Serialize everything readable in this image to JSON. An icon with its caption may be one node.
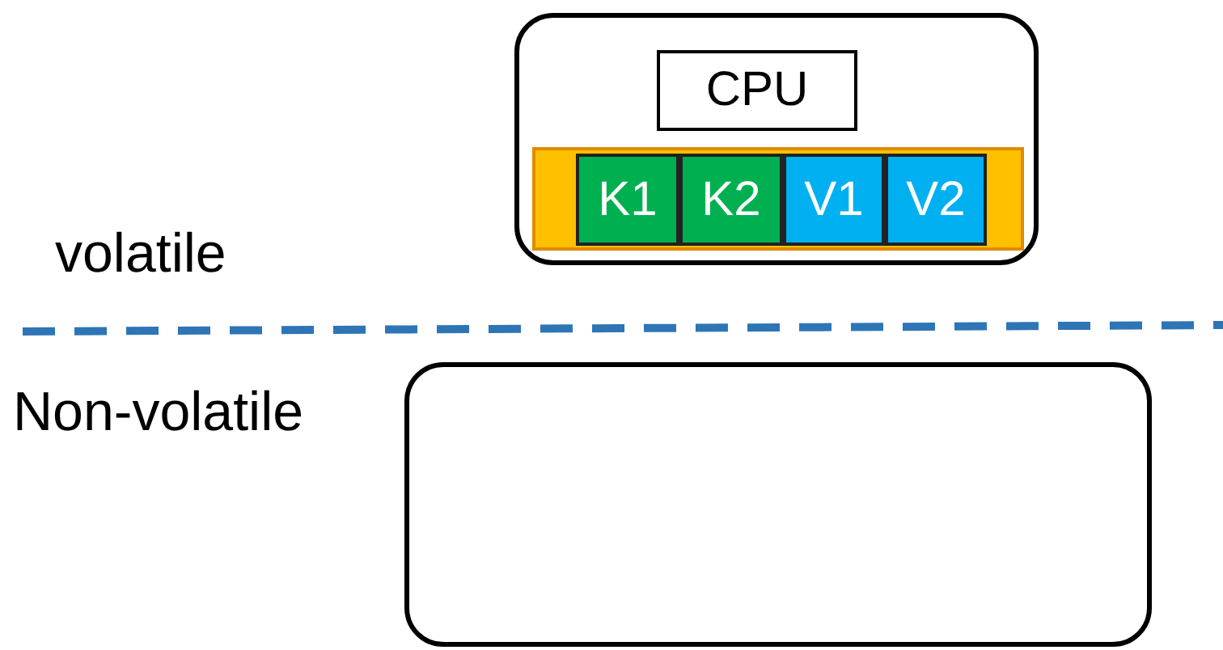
{
  "diagram": {
    "nodes": [
      {
        "text": [],
        "shape": "box"
      },
      {
        "text": [
          "CPU"
        ],
        "in": 0
      },
      {
        "text": [],
        "shape": "bar",
        "in": 0
      },
      {
        "text": [
          "K1"
        ],
        "in": 2
      },
      {
        "text": [
          "K2"
        ],
        "in": 2
      },
      {
        "text": [
          "V1"
        ],
        "in": 2
      },
      {
        "text": [
          "V2"
        ],
        "in": 2
      },
      {
        "text": [],
        "shape": "box"
      }
    ],
    "edges": [],
    "labels": [
      "volatile",
      "Non-volatile"
    ]
  }
}
